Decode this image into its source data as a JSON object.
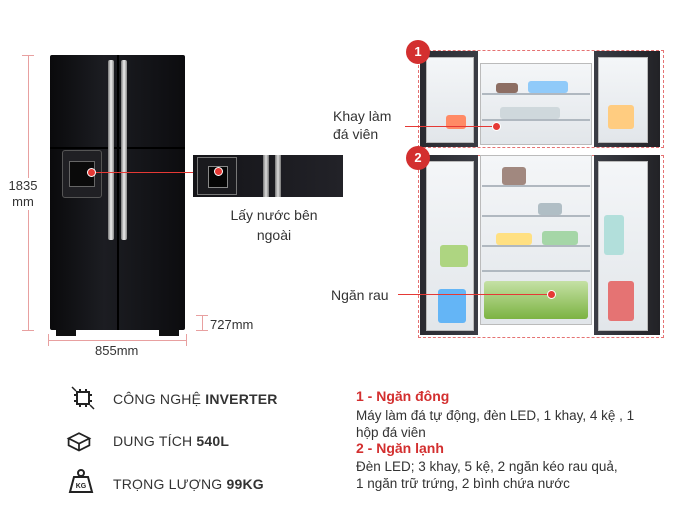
{
  "dimensions": {
    "height_value": "1835",
    "height_unit": "mm",
    "width_label": "855mm",
    "depth_label": "727mm"
  },
  "captions": {
    "dispenser": "Lấy nước bên ngoài",
    "ice_tray": "Khay làm đá viên",
    "vegetable": "Ngăn rau"
  },
  "badges": [
    "1",
    "2"
  ],
  "specs": [
    {
      "icon": "chip-icon",
      "label": "CÔNG NGHỆ ",
      "value": "INVERTER"
    },
    {
      "icon": "capacity-icon",
      "label": "DUNG TÍCH ",
      "value": "540L"
    },
    {
      "icon": "weight-icon",
      "label": "TRỌNG LƯỢNG ",
      "value": "99KG"
    }
  ],
  "weight_icon_text": "KG",
  "descriptions": [
    {
      "title": "1 - Ngăn đông",
      "body": "Máy làm đá tự động, đèn LED, 1 khay, 4 kệ , 1 hộp đá viên"
    },
    {
      "title": "2 - Ngăn lạnh",
      "body": "Đèn LED; 3 khay, 5 kệ, 2 ngăn kéo rau quả, 1 ngăn trữ trứng, 2 bình chứa nước"
    }
  ],
  "colors": {
    "accent_red": "#d32f2f",
    "fridge_black": "#0c0c0f"
  }
}
